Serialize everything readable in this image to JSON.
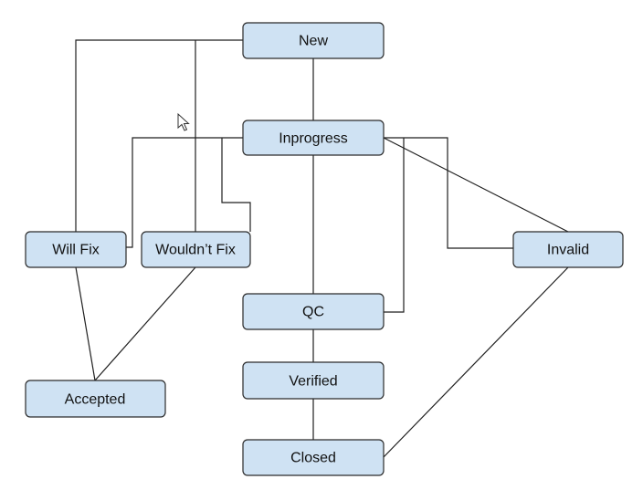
{
  "diagram": {
    "nodes": {
      "new": "New",
      "inprogress": "Inprogress",
      "will_fix": "Will Fix",
      "wouldnt_fix": "Wouldn’t Fix",
      "invalid": "Invalid",
      "qc": "QC",
      "accepted": "Accepted",
      "verified": "Verified",
      "closed": "Closed"
    },
    "connections": [
      [
        "new",
        "inprogress"
      ],
      [
        "new",
        "will_fix"
      ],
      [
        "new",
        "wouldnt_fix"
      ],
      [
        "inprogress",
        "will_fix"
      ],
      [
        "inprogress",
        "wouldnt_fix"
      ],
      [
        "inprogress",
        "qc"
      ],
      [
        "inprogress",
        "invalid"
      ],
      [
        "invalid",
        "inprogress"
      ],
      [
        "qc",
        "inprogress"
      ],
      [
        "will_fix",
        "accepted"
      ],
      [
        "wouldnt_fix",
        "accepted"
      ],
      [
        "qc",
        "verified"
      ],
      [
        "verified",
        "closed"
      ],
      [
        "closed",
        "invalid"
      ]
    ],
    "colors": {
      "node_fill": "#cfe2f3",
      "node_border": "#2b2b2b",
      "connector": "#1f1f1f"
    },
    "icons": {
      "pointer": "mouse-pointer-icon"
    }
  }
}
